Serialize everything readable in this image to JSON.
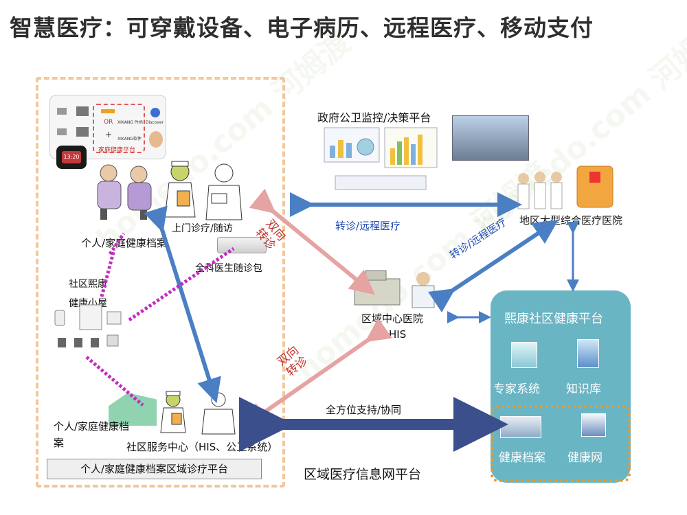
{
  "title": "智慧医疗：可穿戴设备、电子病历、远程医疗、移动支付",
  "watermark": "homedo.com 河姆渡",
  "nodes": {
    "gov_platform": "政府公卫监控/决策平台",
    "large_hospital": "地区大型综合医疗医院",
    "regional_hospital_line1": "区域中心医院",
    "regional_hospital_line2": "HIS",
    "home_visit": "上门诊疗/随访",
    "personal_record_top": "个人/家庭健康档案",
    "gp_kit": "全科医生随诊包",
    "hut_line1": "社区熙康",
    "hut_line2": "健康小屋",
    "personal_record_bottom_line1": "个人/家庭健康档",
    "personal_record_bottom_line2": "案",
    "community_center": "社区服务中心（HIS、公卫系统）",
    "bottom_bar": "个人/家庭健康档案区域诊疗平台"
  },
  "device_mock": {
    "or_label": "OR",
    "plus_label": "+",
    "brand1": "XIKANG PHR",
    "brand2": "XIKANG软件",
    "platform_label": "家庭健康平台",
    "discover_label": "Discover",
    "screen_text": "13:20"
  },
  "arrows": {
    "referral_remote_top": "转诊/远程医疗",
    "referral_remote_diag": "转诊/远程医疗",
    "two_way_top": "双向转诊",
    "two_way_bottom": "双向转诊",
    "full_support": "全方位支持/协同"
  },
  "platform": {
    "title": "熙康社区健康平台",
    "items": [
      "专家系统",
      "知识库",
      "健康档案",
      "健康网"
    ]
  },
  "footer": "区域医疗信息网平台",
  "colors": {
    "blue_arrow": "#4a7fc4",
    "pink_arrow": "#e5a3a1",
    "dark_arrow": "#3b4f8c",
    "magenta_dotted": "#c02ec0",
    "platform_bg": "#6ab5c4",
    "dashed_border": "#f2c79c"
  }
}
